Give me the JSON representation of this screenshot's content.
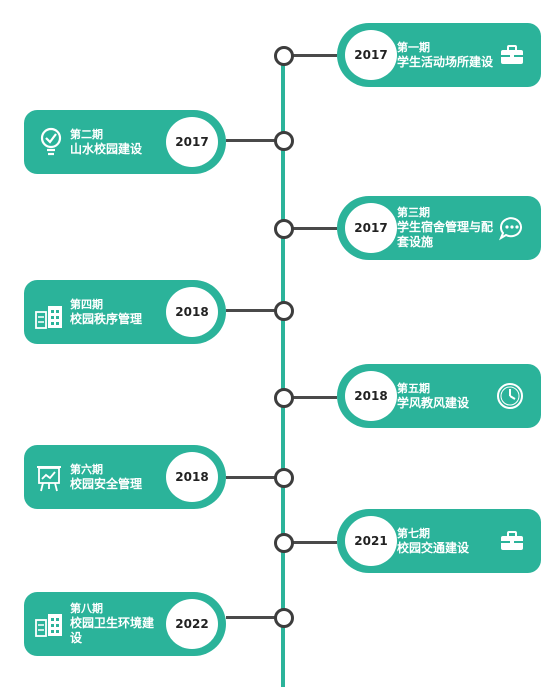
{
  "accent_color": "#2bb39a",
  "line_color": "#3d3d3d",
  "phases": [
    {
      "phase": "第一期",
      "title": "学生活动场所建设",
      "year": "2017",
      "icon": "briefcase-icon"
    },
    {
      "phase": "第二期",
      "title": "山水校园建设",
      "year": "2017",
      "icon": "lightbulb-icon"
    },
    {
      "phase": "第三期",
      "title": "学生宿舍管理与配套设施",
      "year": "2017",
      "icon": "speech-bubble-icon"
    },
    {
      "phase": "第四期",
      "title": "校园秩序管理",
      "year": "2018",
      "icon": "building-icon"
    },
    {
      "phase": "第五期",
      "title": "学风教风建设",
      "year": "2018",
      "icon": "clock-icon"
    },
    {
      "phase": "第六期",
      "title": "校园安全管理",
      "year": "2018",
      "icon": "presentation-board-icon"
    },
    {
      "phase": "第七期",
      "title": "校园交通建设",
      "year": "2021",
      "icon": "briefcase-icon"
    },
    {
      "phase": "第八期",
      "title": "校园卫生环境建设",
      "year": "2022",
      "icon": "building-icon"
    }
  ]
}
